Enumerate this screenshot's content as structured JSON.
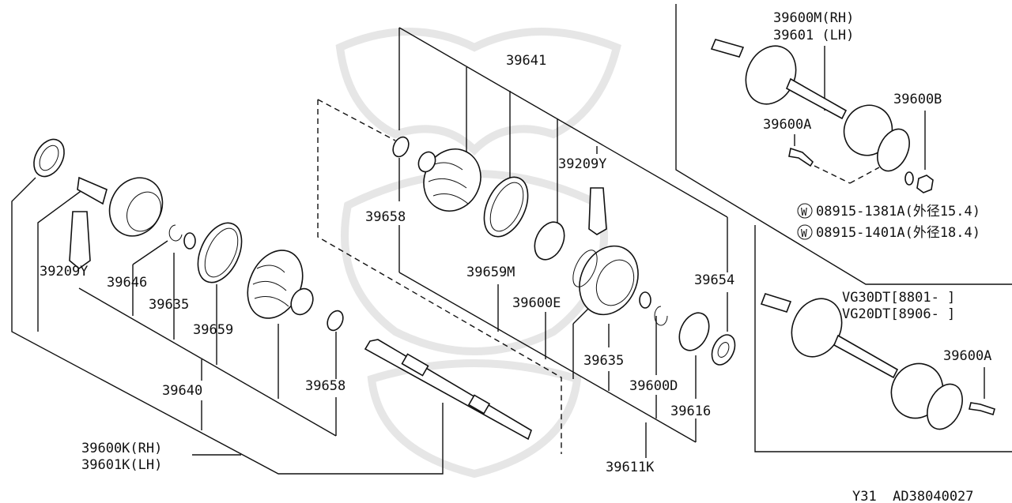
{
  "diagram": {
    "footer_code": "Y31  AD38040027",
    "part_labels": {
      "p39641": "39641",
      "p39600M": "39600M(RH)",
      "p39601": "39601  (LH)",
      "p39600B": "39600B",
      "p39600A_top": "39600A",
      "p39209Y_mid": "39209Y",
      "p39658_mid": "39658",
      "p39659M": "39659M",
      "p39600E": "39600E",
      "p39654": "39654",
      "p39635_mid": "39635",
      "p39600D": "39600D",
      "p39616": "39616",
      "p39611K": "39611K",
      "p39209Y_left": "39209Y",
      "p39646": "39646",
      "p39635_left": "39635",
      "p39659": "39659",
      "p39640": "39640",
      "p39658_left": "39658",
      "p39600K": "39600K(RH)",
      "p39601K": "39601K(LH)",
      "w1": "08915-1381A(外径15.4)",
      "w2": "08915-1401A(外径18.4)",
      "w_symbol": "W",
      "engine1": "VG30DT[8801-   ]",
      "engine2": "VG20DT[8906-   ]",
      "p39600A_bottom": "39600A"
    }
  }
}
